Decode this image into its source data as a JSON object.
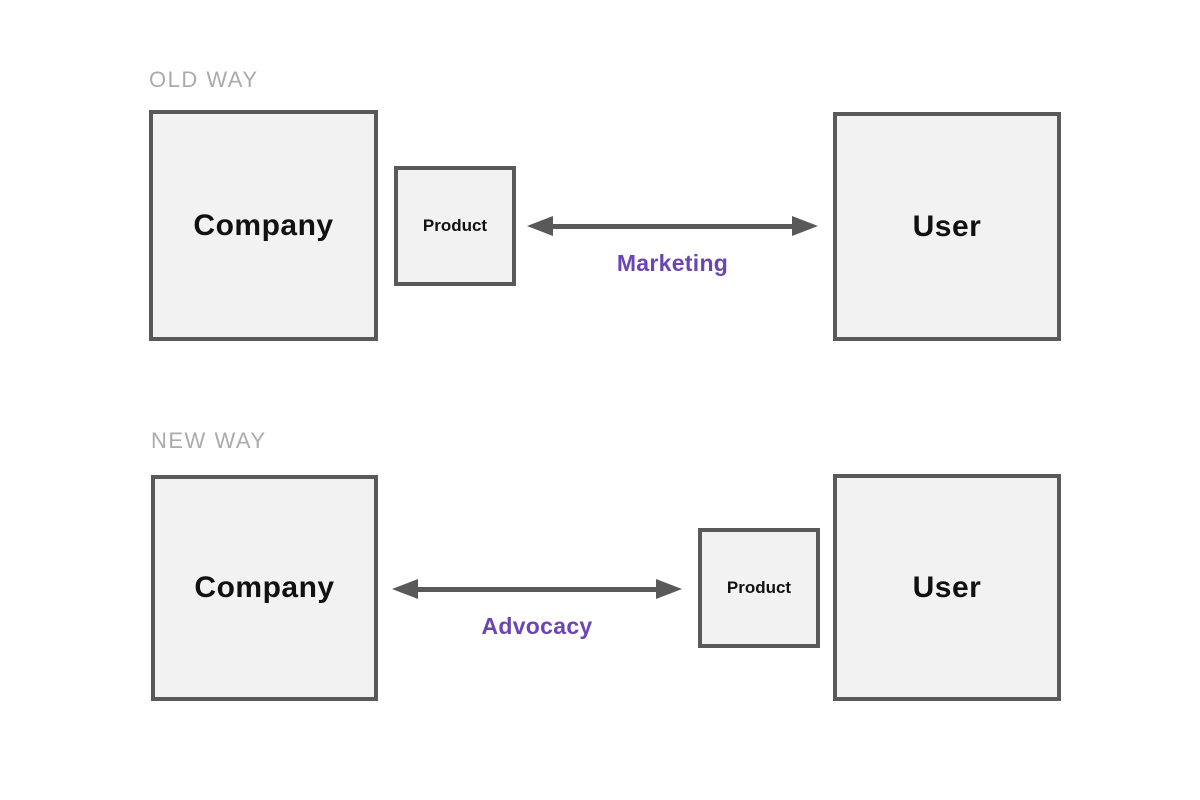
{
  "diagram": {
    "colors": {
      "box_border": "#595959",
      "box_fill": "#f2f2f2",
      "section_label": "#ababab",
      "arrow": "#595959",
      "arrow_label": "#6c45b5",
      "box_text": "#111111",
      "page_bg": "#ffffff"
    },
    "sections": [
      {
        "label": "OLD WAY",
        "company": "Company",
        "product": "Product",
        "user": "User",
        "arrow_label": "Marketing"
      },
      {
        "label": "NEW WAY",
        "company": "Company",
        "product": "Product",
        "user": "User",
        "arrow_label": "Advocacy"
      }
    ]
  }
}
